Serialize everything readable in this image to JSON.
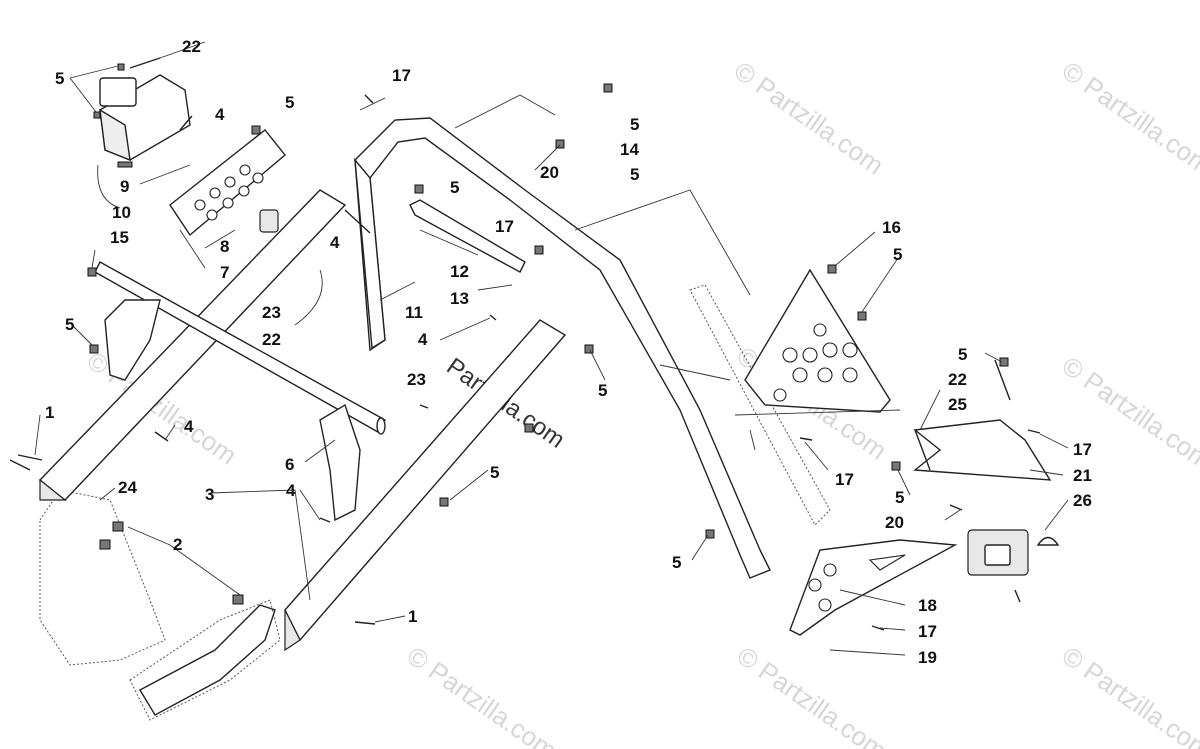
{
  "watermark": "© Partzilla.com",
  "center_watermark": "Partzilla.com",
  "callouts": [
    {
      "id": "c22a",
      "text": "22"
    },
    {
      "id": "c5a",
      "text": "5"
    },
    {
      "id": "c4a",
      "text": "4"
    },
    {
      "id": "c5b",
      "text": "5"
    },
    {
      "id": "c9",
      "text": "9"
    },
    {
      "id": "c10",
      "text": "10"
    },
    {
      "id": "c8",
      "text": "8"
    },
    {
      "id": "c7",
      "text": "7"
    },
    {
      "id": "c15",
      "text": "15"
    },
    {
      "id": "c4b",
      "text": "4"
    },
    {
      "id": "c23a",
      "text": "23"
    },
    {
      "id": "c22b",
      "text": "22"
    },
    {
      "id": "c5c",
      "text": "5"
    },
    {
      "id": "c1a",
      "text": "1"
    },
    {
      "id": "c4c",
      "text": "4"
    },
    {
      "id": "c6",
      "text": "6"
    },
    {
      "id": "c24",
      "text": "24"
    },
    {
      "id": "c3",
      "text": "3"
    },
    {
      "id": "c4d",
      "text": "4"
    },
    {
      "id": "c2",
      "text": "2"
    },
    {
      "id": "c1b",
      "text": "1"
    },
    {
      "id": "c17a",
      "text": "17"
    },
    {
      "id": "c5d",
      "text": "5"
    },
    {
      "id": "c17b",
      "text": "17"
    },
    {
      "id": "c12",
      "text": "12"
    },
    {
      "id": "c13",
      "text": "13"
    },
    {
      "id": "c11",
      "text": "11"
    },
    {
      "id": "c4e",
      "text": "4"
    },
    {
      "id": "c23b",
      "text": "23"
    },
    {
      "id": "c5e",
      "text": "5"
    },
    {
      "id": "c5f",
      "text": "5"
    },
    {
      "id": "c14",
      "text": "14"
    },
    {
      "id": "c20a",
      "text": "20"
    },
    {
      "id": "c5g",
      "text": "5"
    },
    {
      "id": "c16",
      "text": "16"
    },
    {
      "id": "c5h",
      "text": "5"
    },
    {
      "id": "c5i",
      "text": "5"
    },
    {
      "id": "c17c",
      "text": "17"
    },
    {
      "id": "c5j",
      "text": "5"
    },
    {
      "id": "c22c",
      "text": "22"
    },
    {
      "id": "c25",
      "text": "25"
    },
    {
      "id": "c17d",
      "text": "17"
    },
    {
      "id": "c21",
      "text": "21"
    },
    {
      "id": "c26",
      "text": "26"
    },
    {
      "id": "c5k",
      "text": "5"
    },
    {
      "id": "c20b",
      "text": "20"
    },
    {
      "id": "c5l",
      "text": "5"
    },
    {
      "id": "c18",
      "text": "18"
    },
    {
      "id": "c17e",
      "text": "17"
    },
    {
      "id": "c19",
      "text": "19"
    }
  ]
}
